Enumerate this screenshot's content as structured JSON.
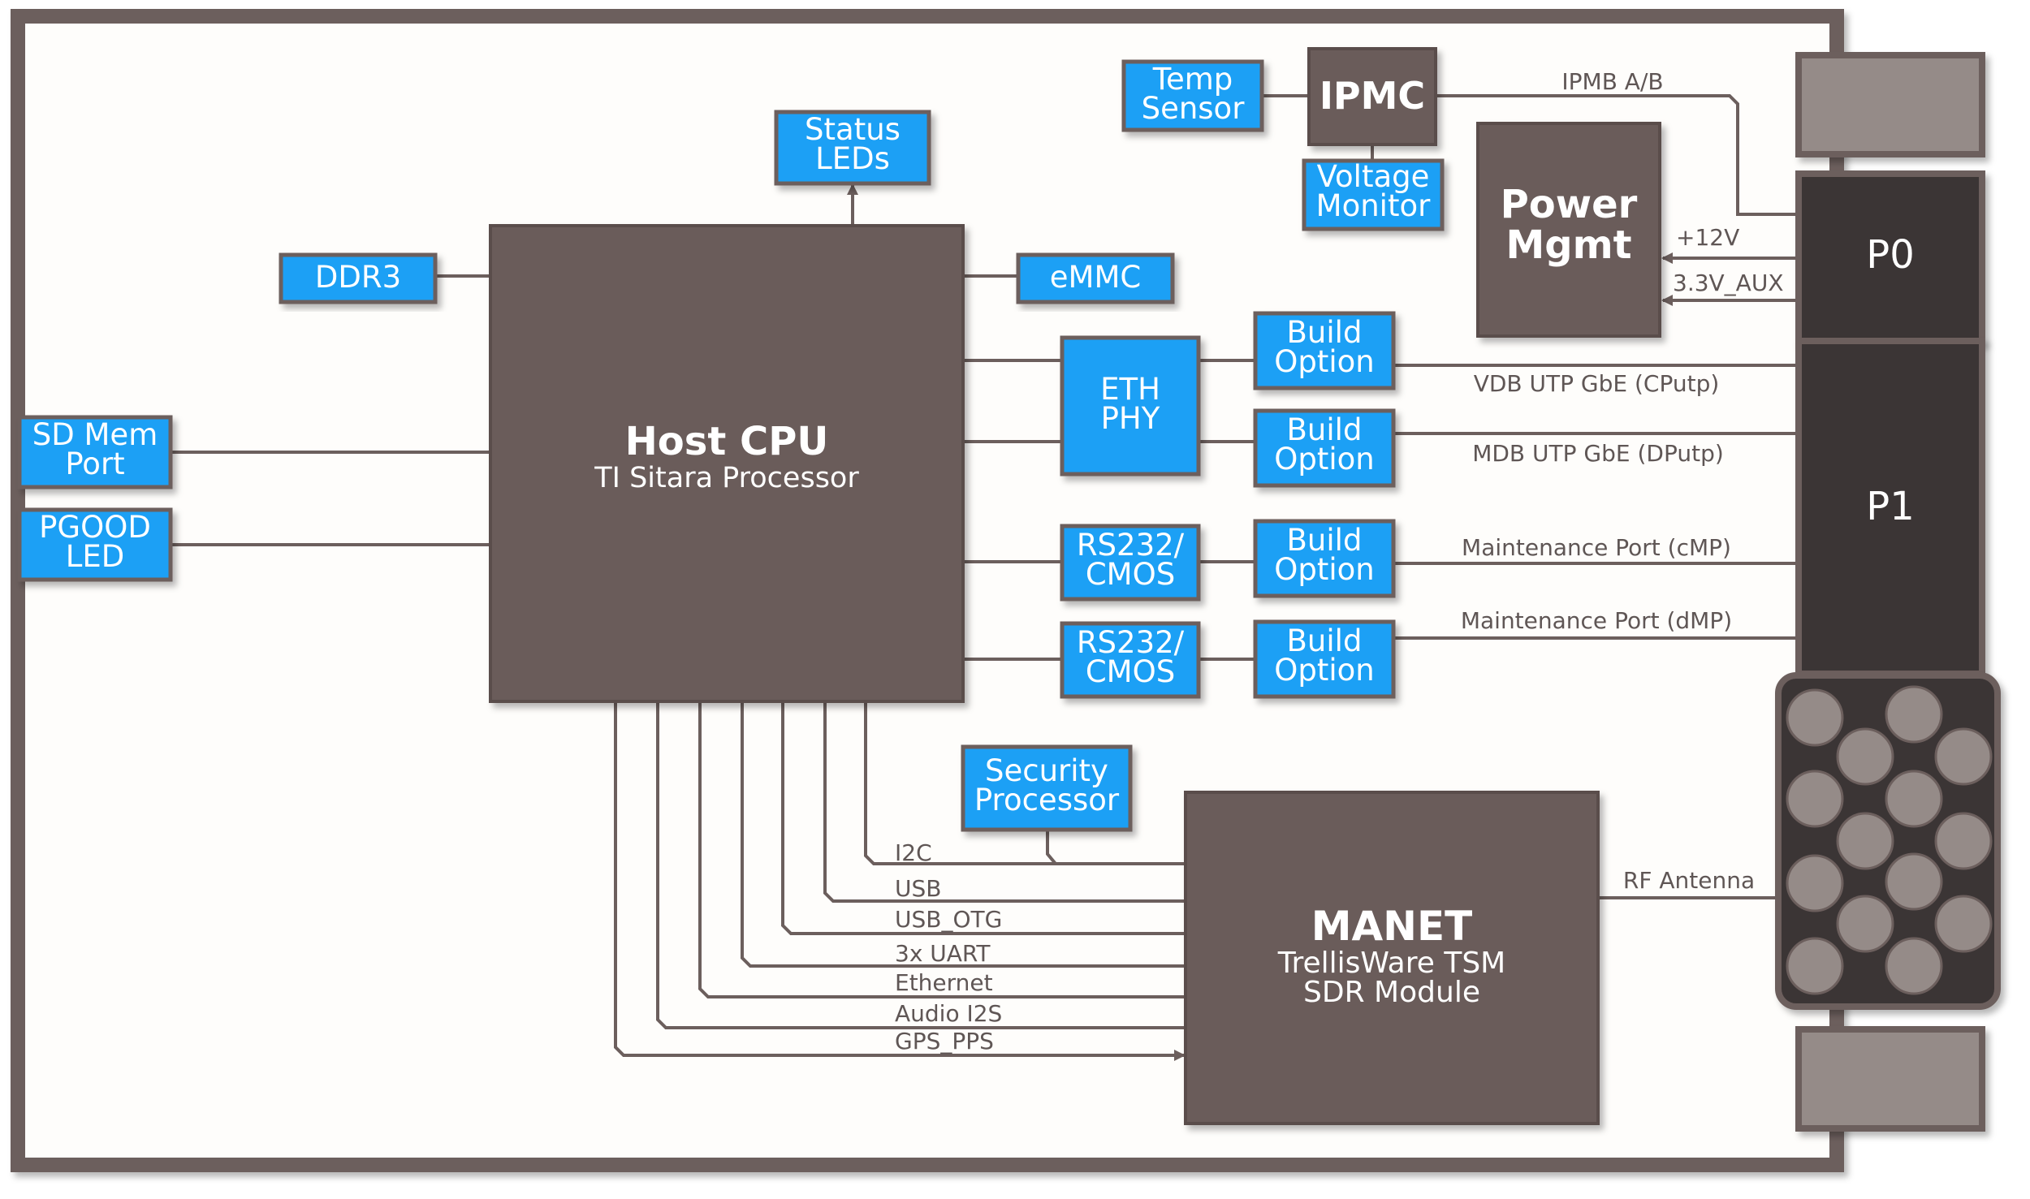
{
  "colors": {
    "board_border": "#6c5f5d",
    "board_fill": "#fefdfb",
    "block_blue": "#1aa0f5",
    "block_dark": "#6b5c5a",
    "connector_dark": "#3b3535",
    "connector_grey": "#958b88",
    "line": "#6c5f5d"
  },
  "blocks": {
    "status_leds": [
      "Status",
      "LEDs"
    ],
    "temp_sensor": [
      "Temp",
      "Sensor"
    ],
    "ipmc": "IPMC",
    "voltage_monitor": [
      "Voltage",
      "Monitor"
    ],
    "power_mgmt": [
      "Power",
      "Mgmt"
    ],
    "ddr3": "DDR3",
    "emmc": "eMMC",
    "sd_mem_port": [
      "SD Mem",
      "Port"
    ],
    "pgood_led": [
      "PGOOD",
      "LED"
    ],
    "eth_phy": [
      "ETH",
      "PHY"
    ],
    "rs232_1": [
      "RS232/",
      "CMOS"
    ],
    "rs232_2": [
      "RS232/",
      "CMOS"
    ],
    "build_option": [
      "Build",
      "Option"
    ],
    "security_processor": [
      "Security",
      "Processor"
    ],
    "host_cpu": {
      "title": "Host CPU",
      "subtitle": "TI Sitara Processor"
    },
    "manet": {
      "title": "MANET",
      "line1": "TrellisWare TSM",
      "line2": "SDR Module"
    }
  },
  "connectors": {
    "p0": "P0",
    "p1": "P1"
  },
  "labels": {
    "ipmb": "IPMB A/B",
    "v12": "+12V",
    "v33aux": "3.3V_AUX",
    "vdb": "VDB UTP GbE (CPutp)",
    "mdb": "MDB UTP GbE (DPutp)",
    "cmp": "Maintenance Port (cMP)",
    "dmp": "Maintenance Port (dMP)",
    "rf": "RF Antenna"
  },
  "bus_labels": [
    "I2C",
    "USB",
    "USB_OTG",
    "3x UART",
    "Ethernet",
    "Audio I2S",
    "GPS_PPS"
  ]
}
